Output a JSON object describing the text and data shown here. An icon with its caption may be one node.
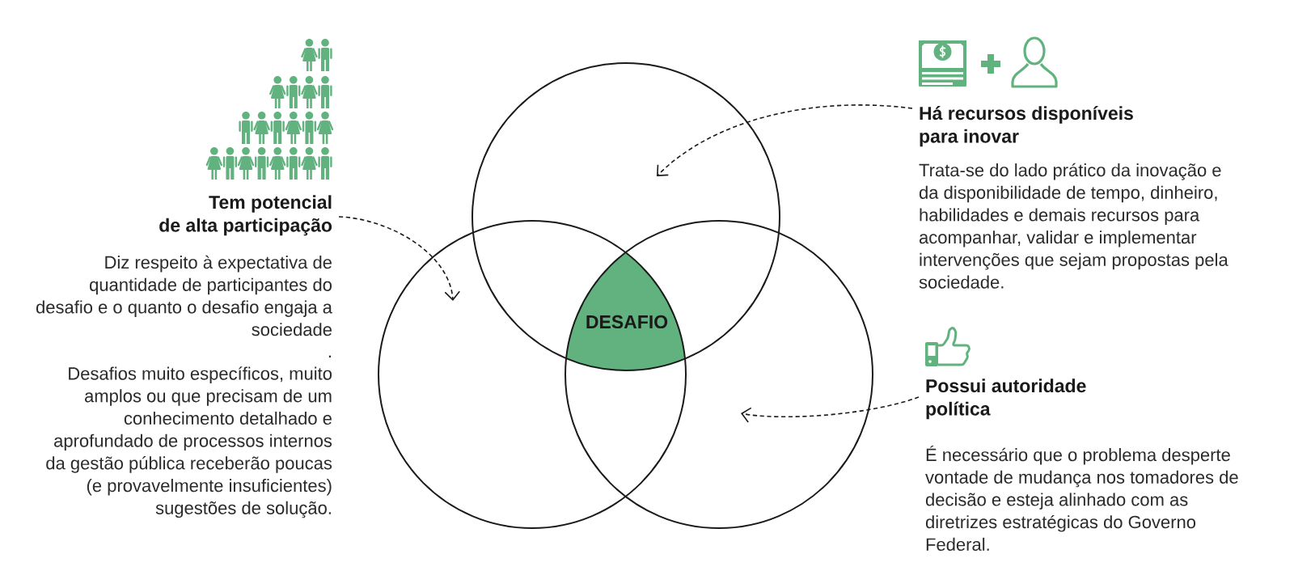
{
  "diagram": {
    "nodes": [
      {
        "text": [
          "Tem potencial de alta participação",
          "Diz respeito à expectativa de quantidade de participantes do desafio e o quanto o desafio engaja a sociedade",
          ".",
          "Desafios muito específicos, muito amplos ou que precisam de um conhecimento detalhado e aprofundado de processos internos da gestão pública receberão poucas (e provavelmente insuficientes) sugestões de solução."
        ]
      },
      {
        "text": [],
        "shape": "circle"
      },
      {
        "text": [],
        "shape": "circle"
      },
      {
        "text": [],
        "shape": "circle"
      },
      {
        "text": [
          "DESAFIO"
        ]
      },
      {
        "text": [
          "Há recursos disponíveis para inovar",
          "Trata-se do lado prático da inovação e da disponibilidade de tempo, dinheiro, habilidades e demais recursos para acompanhar, validar e implementar intervenções que sejam propostas pela sociedade."
        ]
      },
      {
        "text": [
          "Possui autoridade política",
          "É necessário que o problema desperte vontade de mudança nos tomadores de decisão e esteja alinhado com as diretrizes estratégicas do Governo Federal."
        ]
      }
    ],
    "edges": [
      {
        "from": 0,
        "to": 2,
        "arrow": "to",
        "style": "dashed"
      },
      {
        "from": 5,
        "to": 1,
        "arrow": "to",
        "style": "dashed"
      },
      {
        "from": 6,
        "to": 3,
        "arrow": "to",
        "style": "dashed"
      }
    ]
  }
}
